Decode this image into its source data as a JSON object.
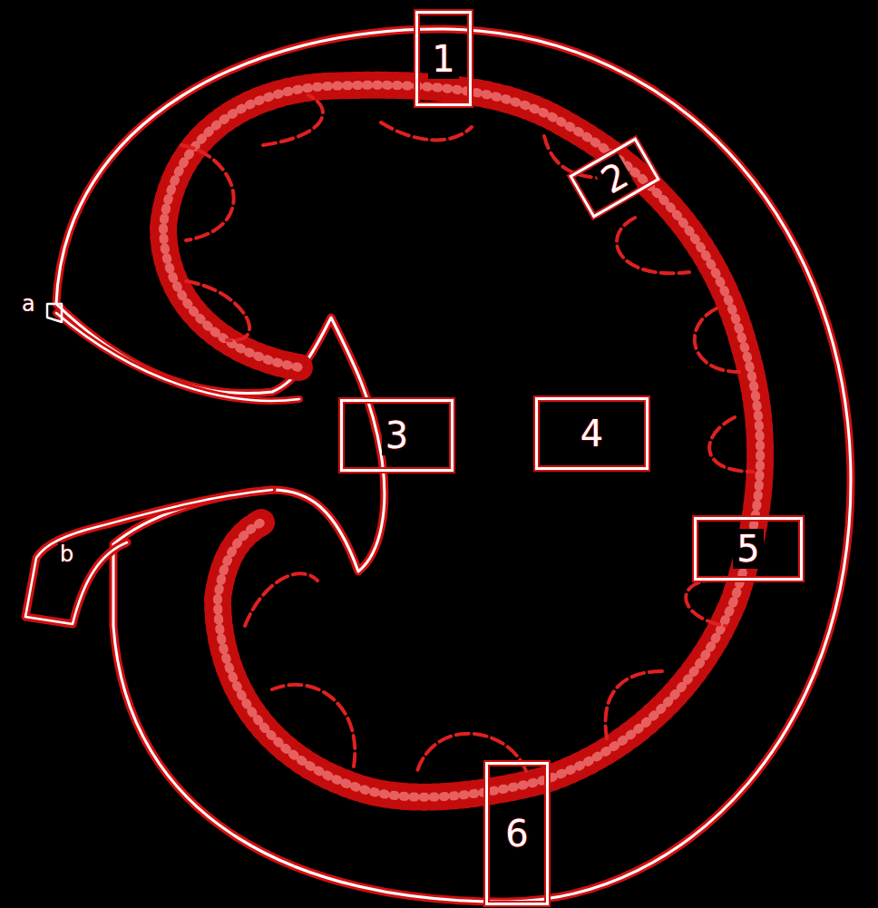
{
  "diagram": {
    "nodes": [
      {
        "text": [
          "1"
        ]
      },
      {
        "text": [
          "2"
        ]
      },
      {
        "text": [
          "3"
        ]
      },
      {
        "text": [
          "4"
        ]
      },
      {
        "text": [
          "5"
        ]
      },
      {
        "text": [
          "6"
        ]
      }
    ],
    "labels": [
      "a",
      "b"
    ]
  }
}
